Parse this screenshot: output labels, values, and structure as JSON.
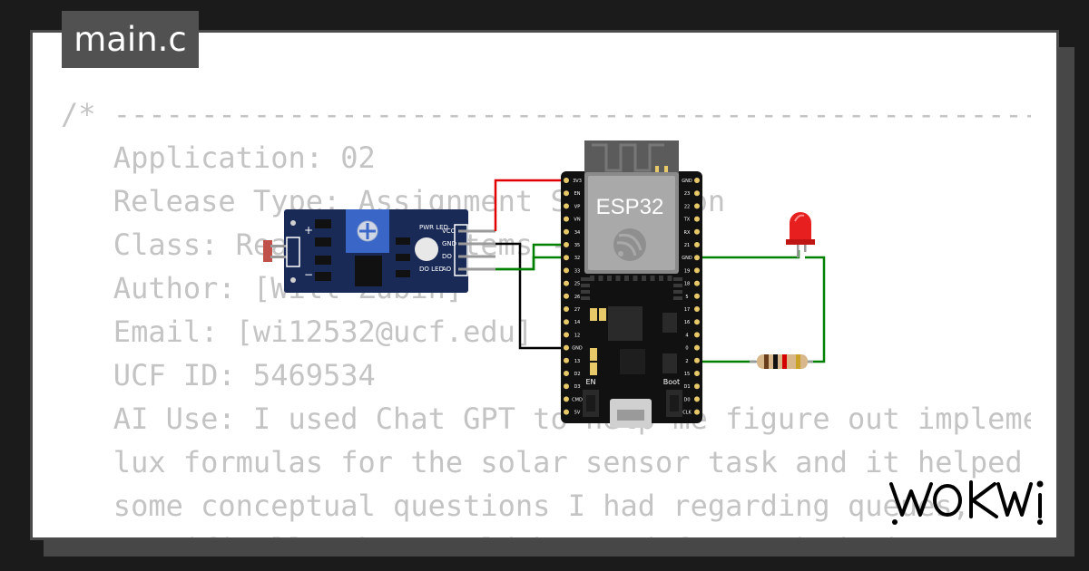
{
  "file_tab": {
    "label": "main.c"
  },
  "code_lines": [
    "/* --------------------------------------------------------------",
    "   Application: 02",
    "   Release Type: Assignment Submission",
    "   Class: Real Time Systems - ",
    "   Author: [Will Zubin]",
    "   Email: [wi12532@ucf.edu]",
    "   UCF ID: 5469534",
    "   AI Use: I used Chat GPT to help me figure out implementing",
    "   lux formulas for the solar sensor task and it helped me with",
    "   some conceptual questions I had regarding queues, ",
    "   specifically what would be good for task design."
  ],
  "diagram": {
    "esp32_label": "ESP32",
    "ldr_labels": {
      "plus": "+",
      "minus": "−",
      "pwr_led": "PWR LED",
      "do_led": "DO LED",
      "vcc": "VCC",
      "gnd": "GND",
      "do": "DO",
      "ao": "AO"
    },
    "board_buttons": {
      "en": "EN",
      "boot": "Boot"
    },
    "left_pins": [
      "3V3",
      "EN",
      "VP",
      "VN",
      "34",
      "35",
      "32",
      "33",
      "25",
      "26",
      "27",
      "14",
      "12",
      "GND",
      "13",
      "D2",
      "D3",
      "CMD",
      "5V"
    ],
    "right_pins": [
      "GND",
      "23",
      "22",
      "TX",
      "RX",
      "21",
      "GND",
      "19",
      "18",
      "5",
      "17",
      "16",
      "4",
      "0",
      "2",
      "15",
      "D1",
      "D0",
      "CLK"
    ],
    "wire_colors": {
      "power": "#e00000",
      "ground": "#000000",
      "signal": "#008000"
    }
  },
  "brand": {
    "logo_text": "WOKWI"
  }
}
